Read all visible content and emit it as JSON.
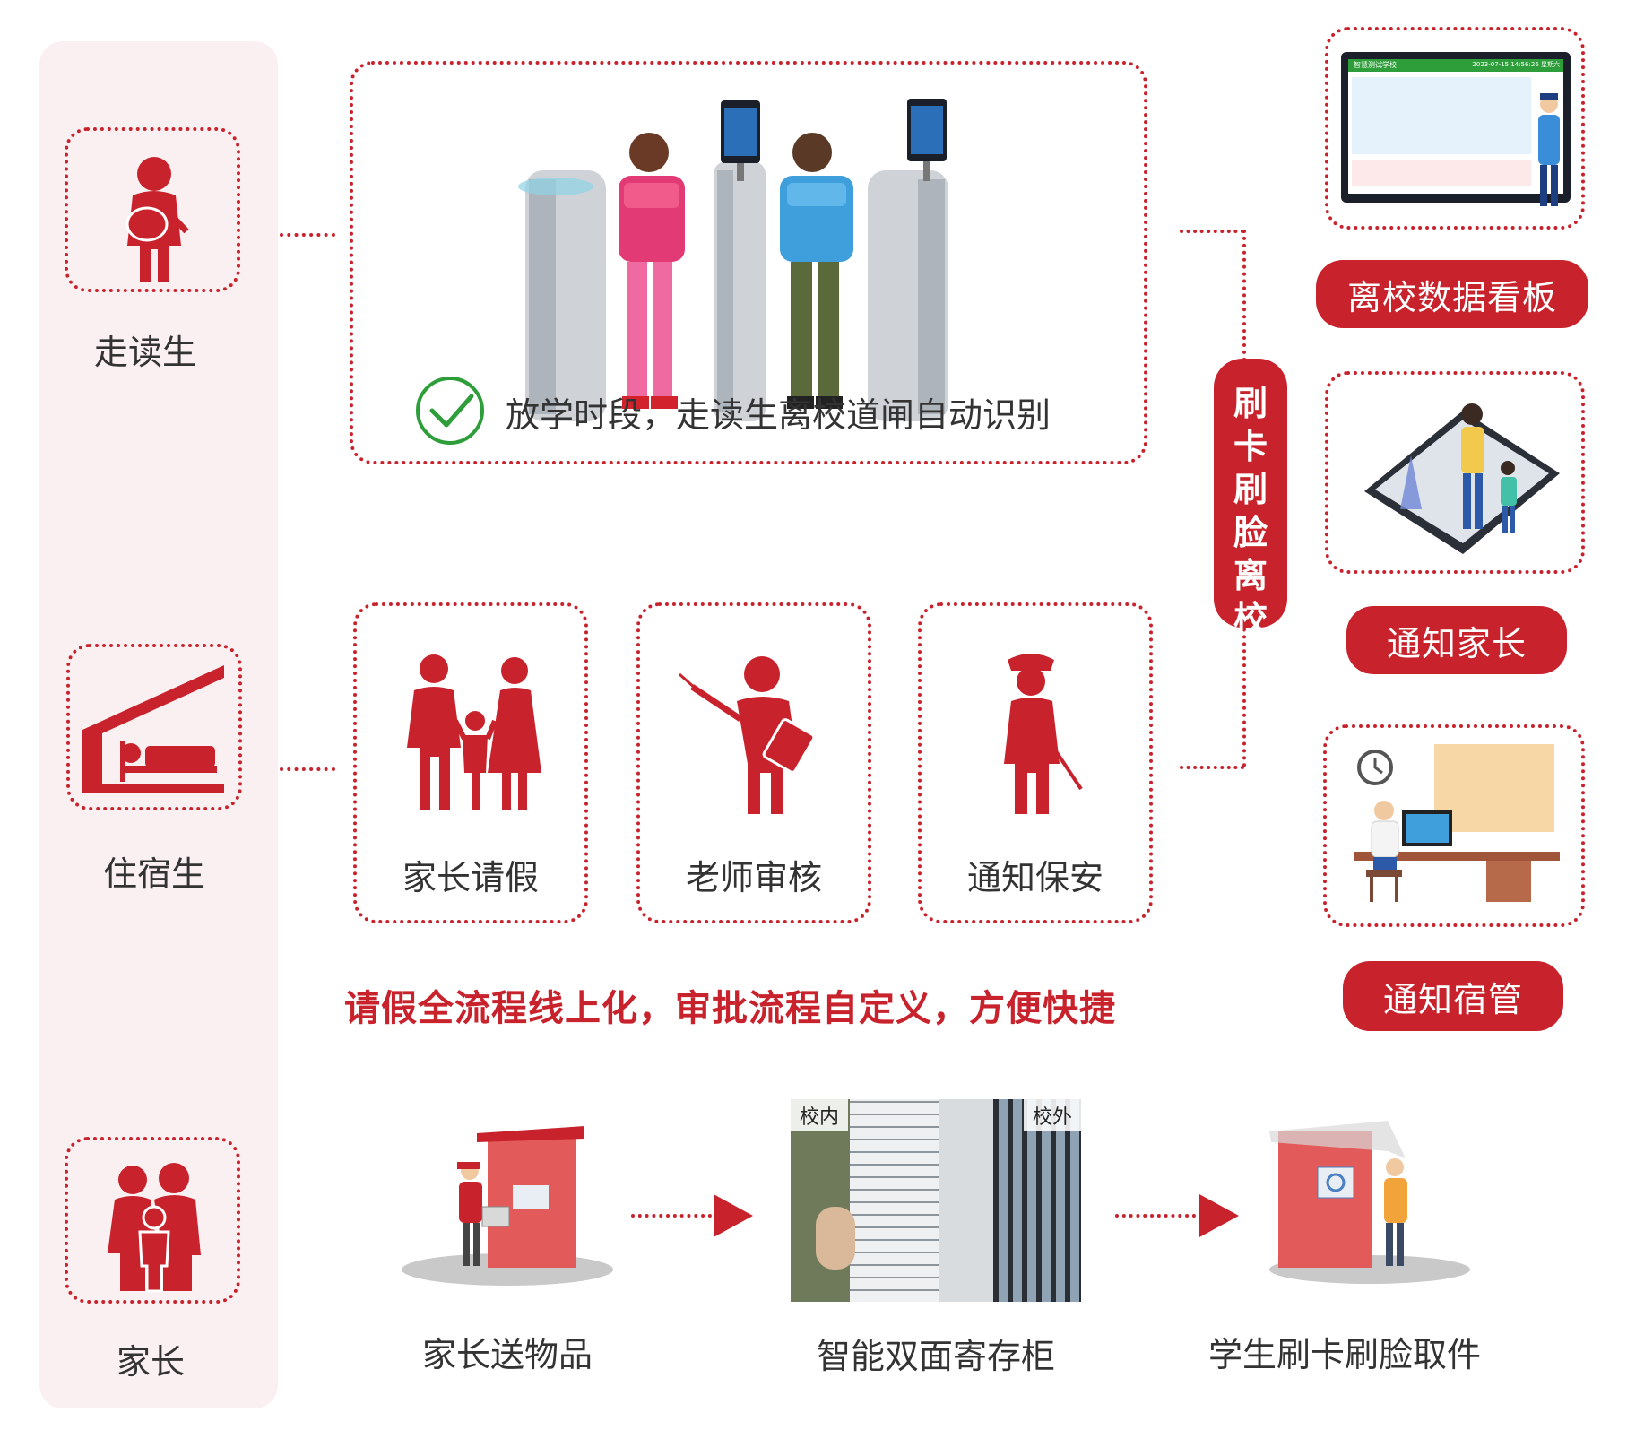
{
  "roles": {
    "day_student": "走读生",
    "boarder": "住宿生",
    "parent": "家长"
  },
  "gate_caption": "放学时段，走读生离校道闸自动识别",
  "vertical_pill": [
    "刷",
    "卡",
    "刷",
    "脸",
    "离",
    "校"
  ],
  "notifications": {
    "board": "离校数据看板",
    "notify_parent": "通知家长",
    "notify_dorm": "通知宿管"
  },
  "dashboard": {
    "school_name": "智慧测试学校",
    "datetime": "2023-07-15 14:56:26 星期六"
  },
  "leave_steps": {
    "parent_request": "家长请假",
    "teacher_review": "老师审核",
    "notify_guard": "通知保安"
  },
  "headline": "请假全流程线上化，审批流程自定义，方便快捷",
  "delivery": {
    "step1": "家长送物品",
    "step2": "智能双面寄存柜",
    "step3": "学生刷卡刷脸取件",
    "tag_inside": "校内",
    "tag_outside": "校外"
  },
  "colors": {
    "accent": "#c8232c",
    "panel": "#fbf0f1"
  }
}
